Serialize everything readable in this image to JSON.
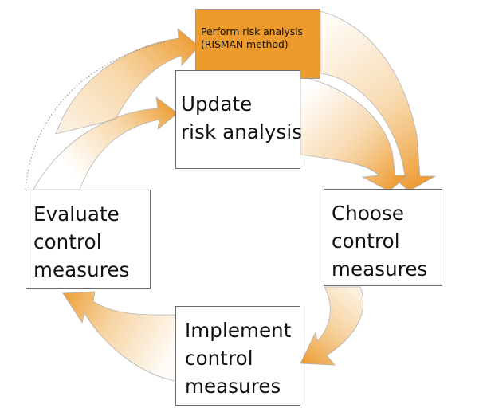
{
  "steps": {
    "risman": {
      "line1": "Perform risk analysis",
      "line2": "(RISMAN method)"
    },
    "update": {
      "line1": "Update",
      "line2": "risk analysis"
    },
    "choose": {
      "line1": "Choose",
      "line2": "control",
      "line3": "measures"
    },
    "implement": {
      "line1": "Implement",
      "line2": "control",
      "line3": "measures"
    },
    "evaluate": {
      "line1": "Evaluate",
      "line2": "control",
      "line3": "measures"
    }
  },
  "colors": {
    "accent": "#ec9b2c",
    "arrow_fill": "#f0b25a",
    "box_border": "#6b6b6b",
    "arrow_outline": "#a8a8a8"
  },
  "arrows": [
    {
      "from": "risman",
      "to": "choose"
    },
    {
      "from": "update",
      "to": "choose"
    },
    {
      "from": "choose",
      "to": "implement"
    },
    {
      "from": "implement",
      "to": "evaluate"
    },
    {
      "from": "evaluate",
      "to": "update"
    },
    {
      "from": "evaluate",
      "to": "risman"
    }
  ]
}
